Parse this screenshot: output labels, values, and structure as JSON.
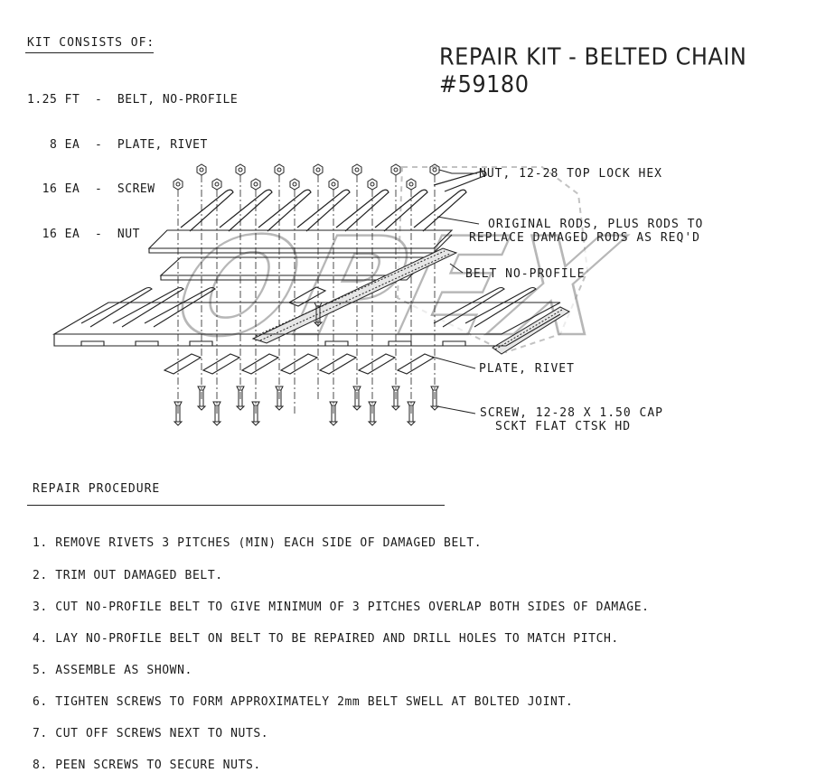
{
  "kit": {
    "heading": "KIT CONSISTS OF:",
    "items": [
      "1.25 FT  -  BELT, NO-PROFILE",
      "   8 EA  -  PLATE, RIVET",
      "  16 EA  -  SCREW",
      "  16 EA  -  NUT"
    ]
  },
  "title": "REPAIR KIT - BELTED CHAIN #59180",
  "watermark": "OPEX",
  "callouts": {
    "nut": "NUT, 12-28 TOP LOCK HEX",
    "rods_1": "ORIGINAL RODS, PLUS RODS TO",
    "rods_2": "REPLACE DAMAGED RODS AS REQ'D",
    "belt": "BELT NO-PROFILE",
    "plate": "PLATE, RIVET",
    "screw_1": "SCREW, 12-28 X 1.50 CAP",
    "screw_2": "SCKT FLAT CTSK HD"
  },
  "procedure": {
    "heading": "REPAIR PROCEDURE",
    "steps": [
      "1. REMOVE RIVETS 3 PITCHES (MIN) EACH SIDE OF DAMAGED BELT.",
      "2. TRIM OUT DAMAGED BELT.",
      "3. CUT NO-PROFILE BELT TO GIVE MINIMUM OF 3 PITCHES OVERLAP BOTH SIDES OF DAMAGE.",
      "4. LAY NO-PROFILE BELT ON BELT TO BE REPAIRED AND DRILL HOLES TO MATCH PITCH.",
      "5. ASSEMBLE AS SHOWN.",
      "6. TIGHTEN SCREWS TO FORM APPROXIMATELY 2mm BELT SWELL AT BOLTED JOINT.",
      "7. CUT OFF SCREWS NEXT TO NUTS.",
      "8. PEEN SCREWS TO SECURE NUTS."
    ]
  }
}
